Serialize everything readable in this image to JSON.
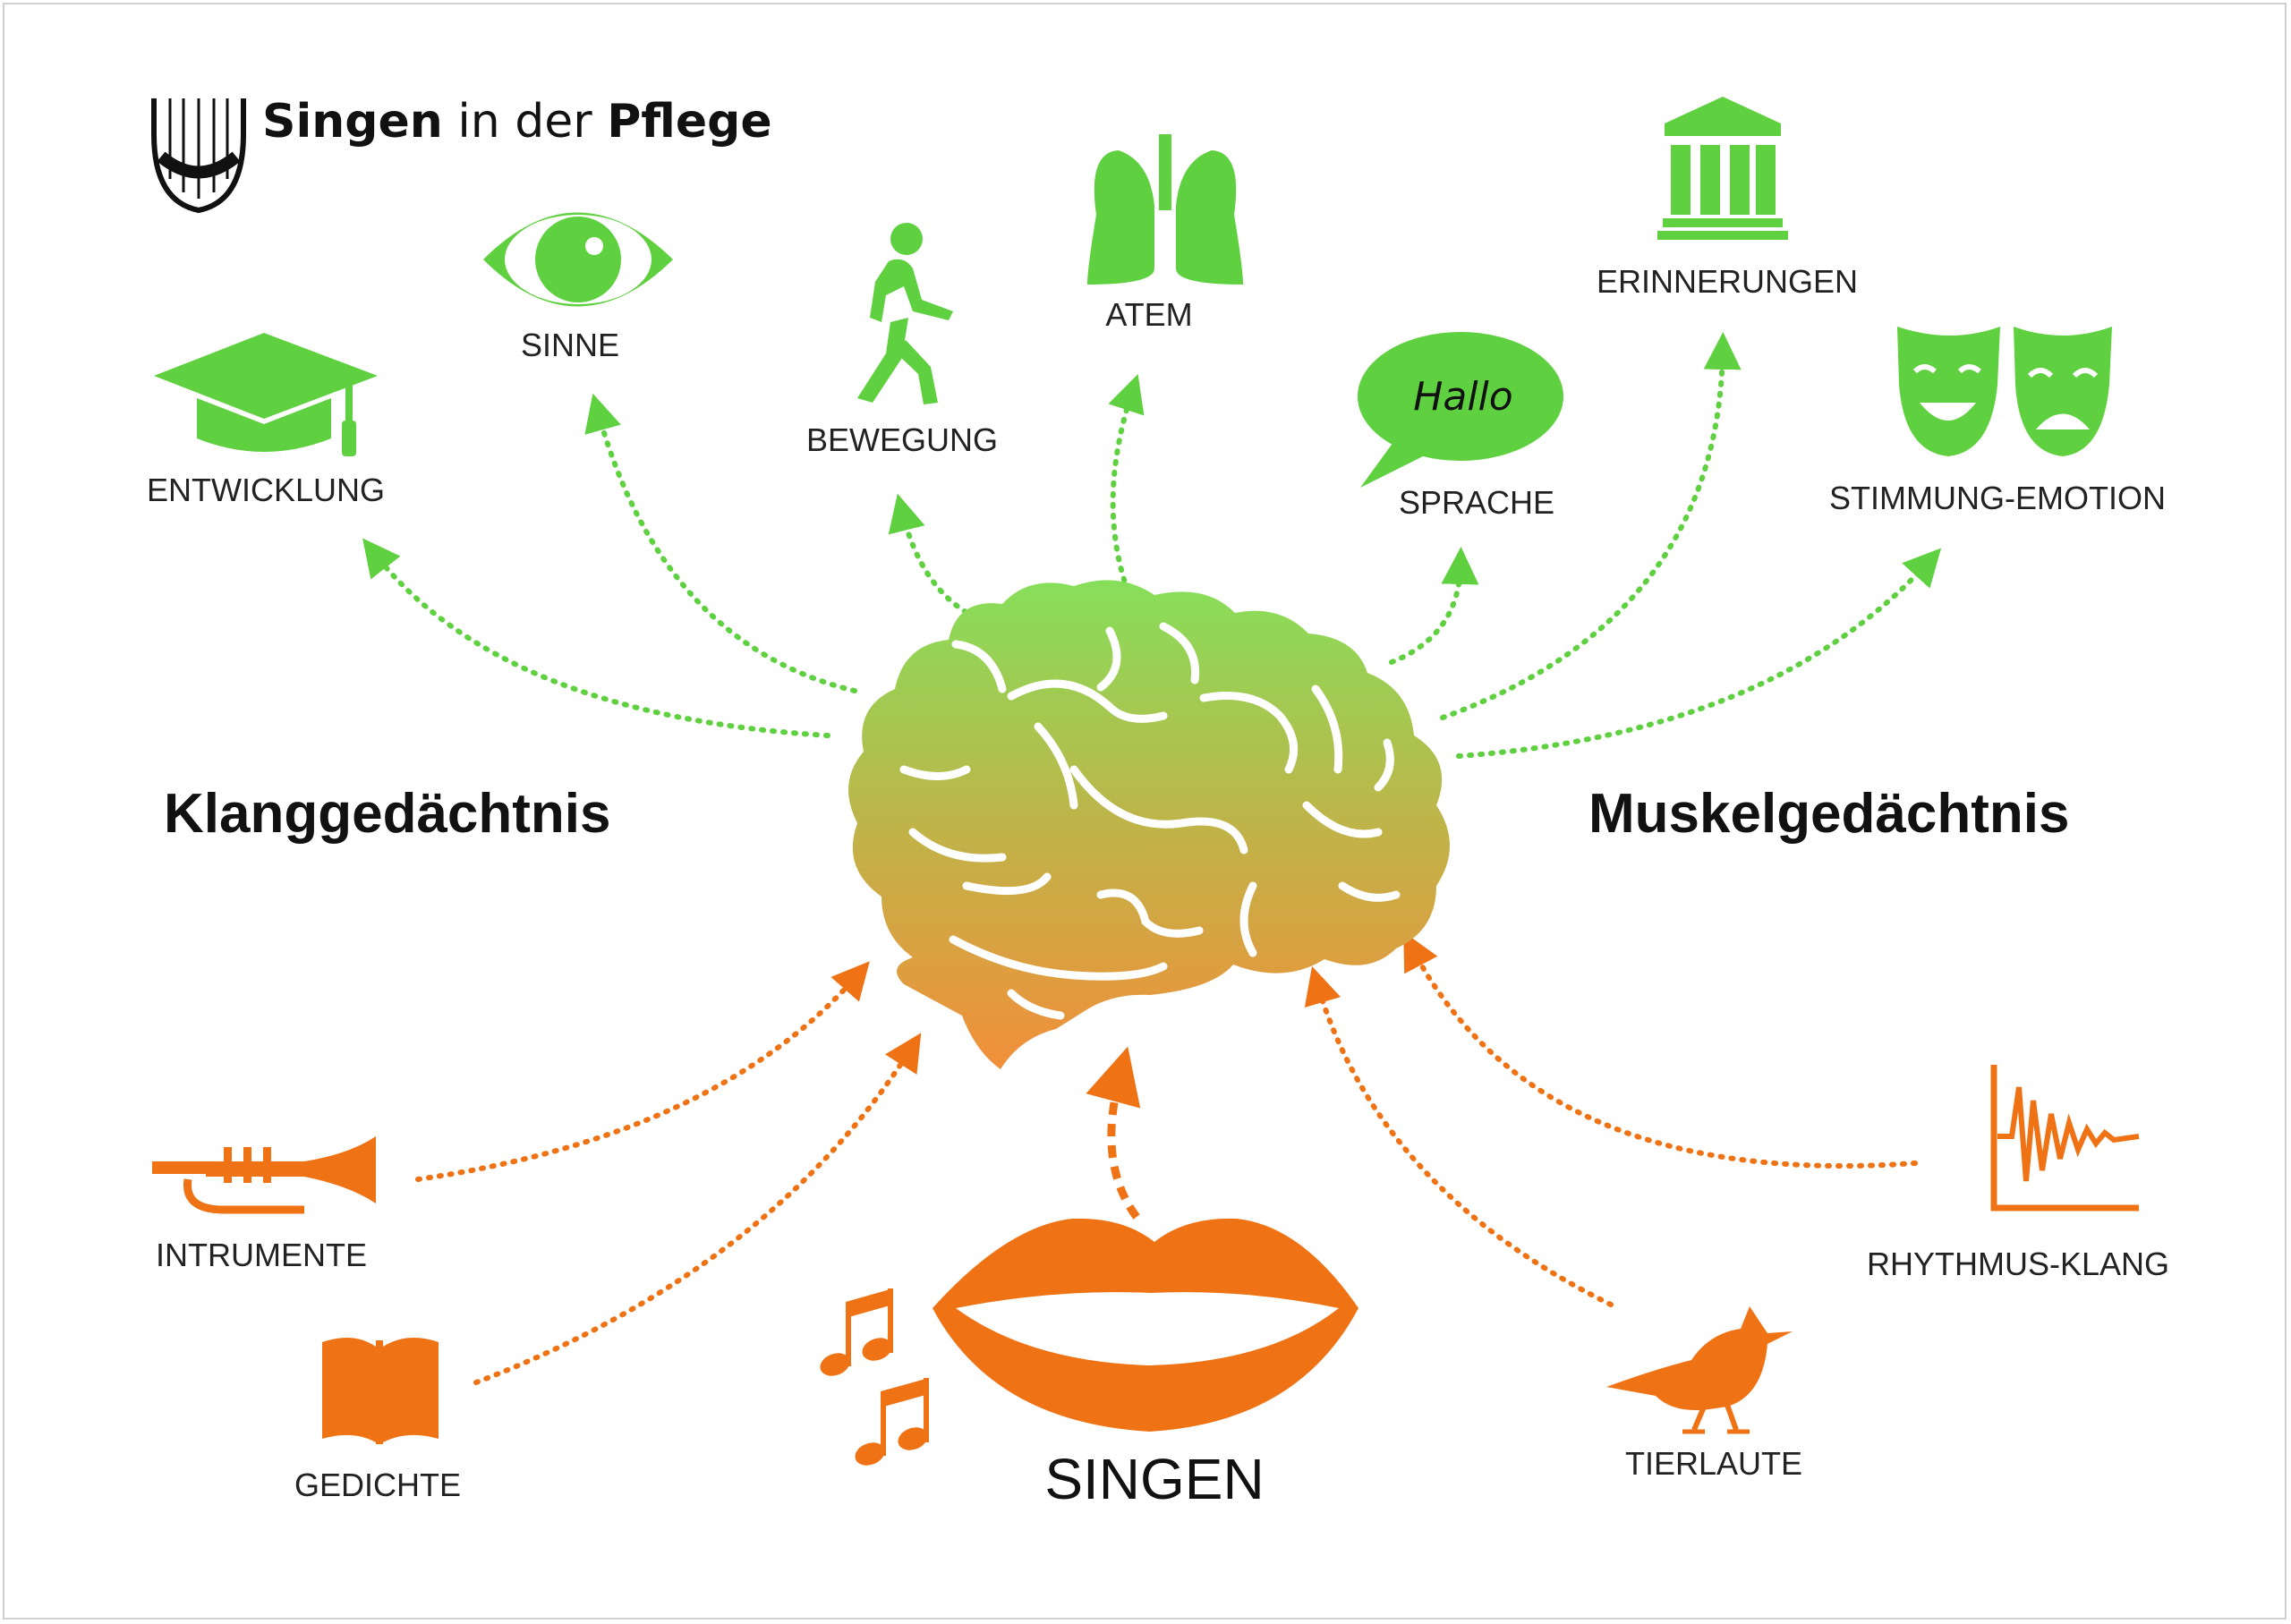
{
  "colors": {
    "green": "#5fd03f",
    "orange": "#ef7315",
    "text": "#222222"
  },
  "header": {
    "title_part1": "Singen",
    "title_part2": "in der",
    "title_part3": "Pflege",
    "logo_icon": "lyre-icon"
  },
  "center": {
    "icon": "brain-icon"
  },
  "side_labels": {
    "left": "Klanggedächtnis",
    "right": "Muskelgedächtnis"
  },
  "outputs": [
    {
      "label": "ENTWICKLUNG",
      "icon": "graduation-cap-icon"
    },
    {
      "label": "SINNE",
      "icon": "eye-icon"
    },
    {
      "label": "BEWEGUNG",
      "icon": "walking-person-icon"
    },
    {
      "label": "ATEM",
      "icon": "lungs-icon"
    },
    {
      "label": "SPRACHE",
      "icon": "speech-bubble-icon",
      "bubble_text": "Hallo"
    },
    {
      "label": "ERINNERUNGEN",
      "icon": "museum-building-icon"
    },
    {
      "label": "STIMMUNG-EMOTION",
      "icon": "theater-masks-icon"
    }
  ],
  "inputs": [
    {
      "label": "INTRUMENTE",
      "icon": "trumpet-icon"
    },
    {
      "label": "GEDICHTE",
      "icon": "book-icon"
    },
    {
      "label": "TIERLAUTE",
      "icon": "bird-icon"
    },
    {
      "label": "RHYTHMUS-KLANG",
      "icon": "waveform-icon"
    }
  ],
  "source": {
    "label": "SINGEN",
    "icon": "lips-icon",
    "notes_icon": "music-notes-icon"
  }
}
